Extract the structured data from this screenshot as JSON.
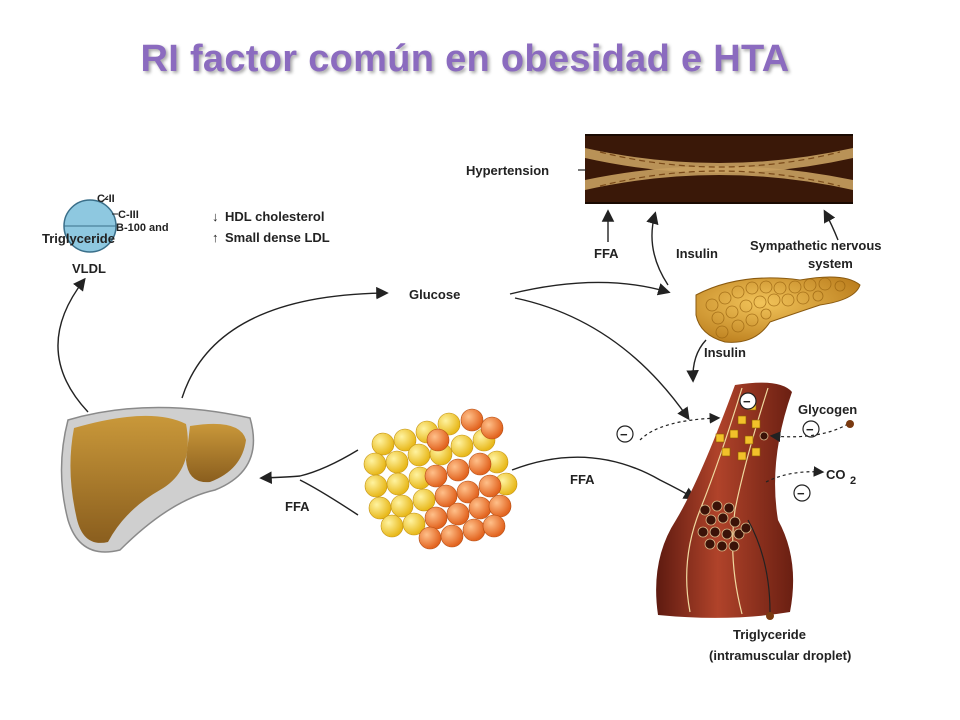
{
  "title": "RI factor común en obesidad e HTA",
  "labels": {
    "hypertension": "Hypertension",
    "ffa_top": "FFA",
    "insulin_top": "Insulin",
    "sns_line1": "Sympathetic nervous",
    "sns_line2": "system",
    "c2": "C-II",
    "c3": "C-III",
    "b100": "B-100 and",
    "triglyceride_vldl": "Triglyceride",
    "vldl": "VLDL",
    "hdl": "HDL cholesterol",
    "ldl": "Small dense LDL",
    "glucose": "Glucose",
    "insulin_pancreas": "Insulin",
    "glycogen": "Glycogen",
    "co2": "CO",
    "co2_sub": "2",
    "ffa_mid": "FFA",
    "ffa_left": "FFA",
    "tg_droplet_line1": "Triglyceride",
    "tg_droplet_line2": "(intramuscular droplet)",
    "minus": "−"
  }
}
